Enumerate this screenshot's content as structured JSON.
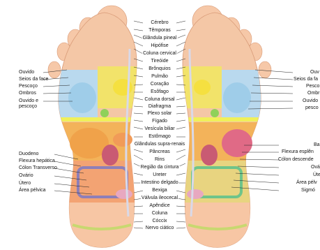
{
  "center_labels": [
    "Cérebro",
    "Têmporas",
    "Glândula pineal",
    "Hipófise",
    "Coluna cervical",
    "Tireóide",
    "Brônquios",
    "Pulmão",
    "Coração",
    "Esôfago",
    "Coluna dorsal",
    "Diafragma",
    "Plexo solar",
    "Fígado",
    "Vesícula biliar",
    "Estômago",
    "Glândulas supra-renais",
    "Pâncreas",
    "Rins",
    "Região da cintura",
    "Ureter",
    "Intestino delgado",
    "Bexiga",
    "Válvula ileocecal",
    "Apêndice",
    "Coluna",
    "Cóccix",
    "Nervo ciático"
  ],
  "left_labels_upper": [
    "Ouvido",
    "Seios da face",
    "Pescoço",
    "Ombros",
    "Ouvido e pescoço"
  ],
  "left_labels_lower": [
    "Duodeno",
    "Flexura hepática",
    "Cólon Transverso",
    "Ovário",
    "Útero",
    "Área pélvica"
  ],
  "right_labels_upper": [
    "Ouv",
    "Seios da fa",
    "Pesco",
    "Ombr",
    "Ouvido",
    "pesco"
  ],
  "right_labels_lower": [
    "Ba",
    "Flexura esplên",
    "Cólon descende",
    "Ová",
    "Úte",
    "Área pélv",
    "Sigmó"
  ]
}
